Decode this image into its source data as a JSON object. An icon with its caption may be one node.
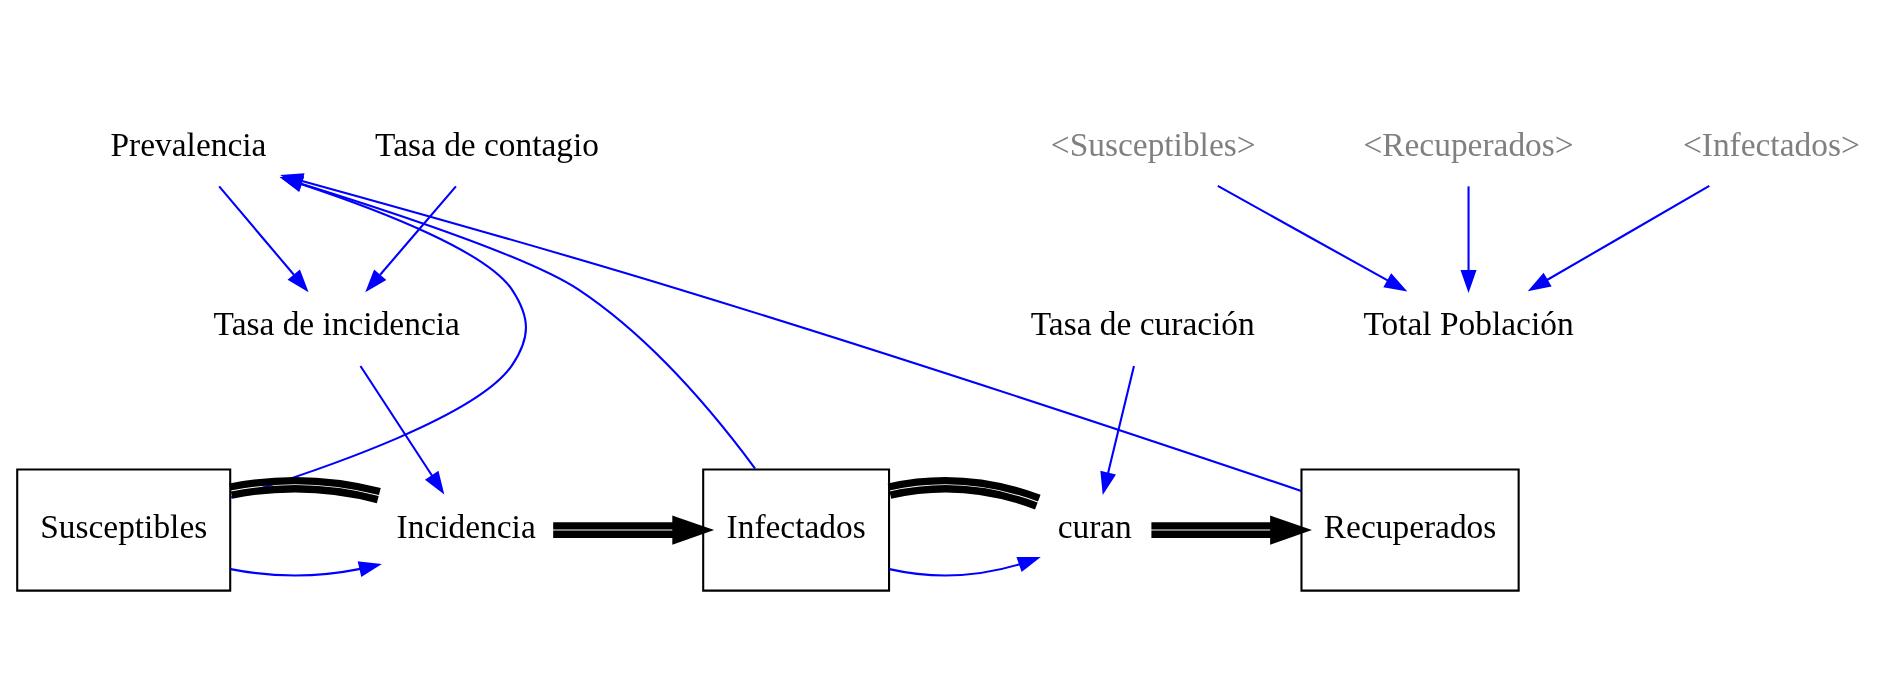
{
  "diagram": {
    "nodes": [
      {
        "text": [
          "Prevalencia"
        ]
      },
      {
        "text": [
          "Tasa de incidencia"
        ]
      },
      {
        "text": [
          "Tasa de contagio"
        ]
      },
      {
        "text": [
          "Tasa de curación"
        ]
      },
      {
        "text": [
          "<Susceptibles>"
        ]
      },
      {
        "text": [
          "<Recuperados>"
        ]
      },
      {
        "text": [
          "<Infectados>"
        ]
      },
      {
        "text": [
          "Total Población"
        ]
      },
      {
        "text": [
          "Susceptibles"
        ]
      },
      {
        "text": [
          "Incidencia"
        ]
      },
      {
        "text": [
          "Infectados"
        ]
      },
      {
        "text": [
          "curan"
        ]
      },
      {
        "text": [
          "Recuperados"
        ]
      }
    ],
    "edges": [
      {
        "from": 8,
        "to": 0,
        "arrow": "to"
      },
      {
        "from": 0,
        "to": 1,
        "arrow": "to"
      },
      {
        "from": 2,
        "to": 1,
        "arrow": "to"
      },
      {
        "from": 1,
        "to": 9,
        "arrow": "to"
      },
      {
        "from": 8,
        "to": 9,
        "arrow": "to"
      },
      {
        "from": 8,
        "to": 9,
        "arrow": "none",
        "style": "thick",
        "color": "#000000"
      },
      {
        "from": 9,
        "to": 10,
        "arrow": "to",
        "style": "thick",
        "color": "#000000"
      },
      {
        "from": 10,
        "to": 0,
        "arrow": "to"
      },
      {
        "from": 10,
        "to": 11,
        "arrow": "to"
      },
      {
        "from": 3,
        "to": 11,
        "arrow": "to"
      },
      {
        "from": 10,
        "to": 11,
        "arrow": "none",
        "style": "thick",
        "color": "#000000"
      },
      {
        "from": 11,
        "to": 12,
        "arrow": "to",
        "style": "thick",
        "color": "#000000"
      },
      {
        "from": 12,
        "to": 0,
        "arrow": "to"
      },
      {
        "from": 4,
        "to": 7,
        "arrow": "to"
      },
      {
        "from": 5,
        "to": 7,
        "arrow": "to"
      },
      {
        "from": 6,
        "to": 7,
        "arrow": "to"
      }
    ]
  }
}
